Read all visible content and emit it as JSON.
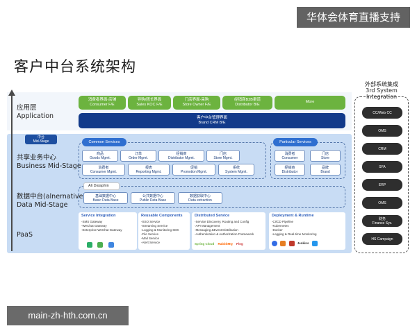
{
  "badge": "华体会体育直播支持",
  "title": "客户中台系统架构",
  "layers": {
    "application": {
      "zh": "应用层",
      "en": "Application"
    },
    "business": {
      "zh": "共享业务中心",
      "en": "Business Mid-Stage"
    },
    "data": {
      "zh": "数据中台(alnernative)",
      "en": "Data Mid-Stage"
    },
    "paas": {
      "zh": "PaaS",
      "en": ""
    }
  },
  "application": {
    "pills": [
      {
        "zh": "消费者界面-店铺",
        "en": "Consumer F/E"
      },
      {
        "zh": "导购/团长界面",
        "en": "Sales KOC F/E"
      },
      {
        "zh": "门店界面-采购",
        "en": "Store Owner F/E"
      },
      {
        "zh": "经销商B2B渠道",
        "en": "Distributor B/E"
      },
      {
        "zh": "",
        "en": "More"
      }
    ],
    "crm": {
      "zh": "客户中台管理界面",
      "en": "Brand CRM B/E"
    }
  },
  "midstage_tag": {
    "zh": "中台",
    "en": "Mid-Stage"
  },
  "common_services": {
    "label": "Common Services",
    "modules": [
      {
        "zh": "商品",
        "en": "Goods Mgmt."
      },
      {
        "zh": "订单",
        "en": "Order Mgmt."
      },
      {
        "zh": "经销商",
        "en": "Distributor Mgmt."
      },
      {
        "zh": "门店",
        "en": "Store Mgmt."
      },
      {
        "zh": "消费者",
        "en": "Consumer Mgmt."
      },
      {
        "zh": "报表",
        "en": "Reporting Mgmt."
      },
      {
        "zh": "促销",
        "en": "Promotion Mgmt."
      },
      {
        "zh": "系统",
        "en": "System Mgmt."
      }
    ]
  },
  "particular_services": {
    "label": "Particular Services",
    "modules": [
      {
        "zh": "消费者",
        "en": "Consumer"
      },
      {
        "zh": "门店",
        "en": "Store"
      },
      {
        "zh": "经销商",
        "en": "Distributor"
      },
      {
        "zh": "品牌",
        "en": "Brand"
      }
    ]
  },
  "data_midstage": {
    "ali_label": "Ali Dataphin",
    "modules": [
      {
        "zh": "基础数据中心",
        "en": "Basic Data Base"
      },
      {
        "zh": "公共数据中心",
        "en": "Public Data Base"
      },
      {
        "zh": "数据获取中心",
        "en": "Data extraction"
      }
    ]
  },
  "paas_cards": [
    {
      "title": "Service Integration",
      "items": [
        "-SMS Gateway",
        "-WeChat Gateway",
        "-Enterprise WeChat Gateway"
      ],
      "logos": []
    },
    {
      "title": "Reusable Components",
      "items": [
        "-SSO Service",
        "-Streaming Service",
        "-Logging & Monitoring SDK",
        "-File Service",
        "-Mail Service",
        "-Alert Service"
      ],
      "logos": []
    },
    {
      "title": "Distributed Service",
      "items": [
        "-Service Discovery, Routing and Config",
        "-API Management",
        "-Messaging &Event Distribution",
        "-Authentication & Authorization Framework"
      ],
      "logos": [
        "Spring Cloud",
        "RabbitMQ",
        "Ping"
      ]
    },
    {
      "title": "Deployment & Runtime",
      "items": [
        "-CI/CD Pipeline",
        "-Kubernetes",
        "-Docker",
        "-Logging & Real-time Monitoring"
      ],
      "logos": [
        "Jenkins"
      ]
    }
  ],
  "external": {
    "title_zh": "外部系统集成",
    "title_en_1": "3rd System",
    "title_en_2": "Integration",
    "systems": [
      {
        "zh": "",
        "en": "CC/Web CC"
      },
      {
        "zh": "",
        "en": "OMS"
      },
      {
        "zh": "",
        "en": "CRM"
      },
      {
        "zh": "",
        "en": "SFA"
      },
      {
        "zh": "",
        "en": "ERP"
      },
      {
        "zh": "",
        "en": "OMS"
      },
      {
        "zh": "财务",
        "en": "Finance Sys."
      },
      {
        "zh": "",
        "en": "HS Campaign"
      }
    ]
  },
  "watermark": "main-zh-hth.com.cn",
  "colors": {
    "green": "#6cb33f",
    "navy": "#123a8a",
    "blue": "#2f6fd0",
    "panel": "#c8dcf4"
  }
}
